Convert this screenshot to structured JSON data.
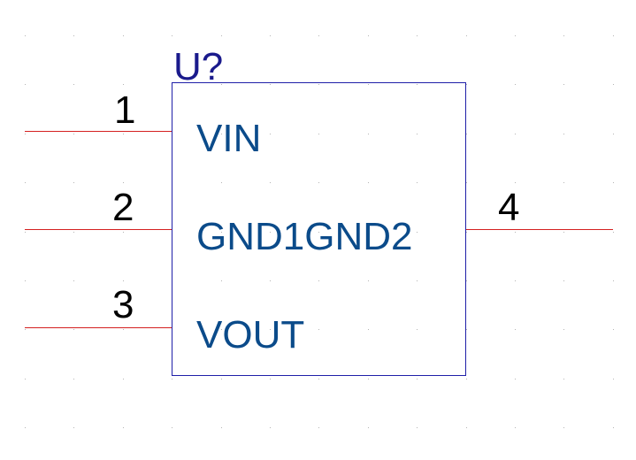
{
  "colors": {
    "background": "#ffffff",
    "grid_dot": "#b4b4b4",
    "body_outline": "#1f1fa8",
    "pin_line": "#d42020",
    "pin_number": "#000000",
    "pin_name": "#0b4b8a",
    "refdes": "#1a1a8c"
  },
  "component": {
    "reference": "U?",
    "pins": [
      {
        "number": "1",
        "name": "VIN",
        "side": "left"
      },
      {
        "number": "2",
        "name": "GND1GND2",
        "side": "left"
      },
      {
        "number": "3",
        "name": "VOUT",
        "side": "left"
      },
      {
        "number": "4",
        "name": "",
        "side": "right"
      }
    ]
  }
}
